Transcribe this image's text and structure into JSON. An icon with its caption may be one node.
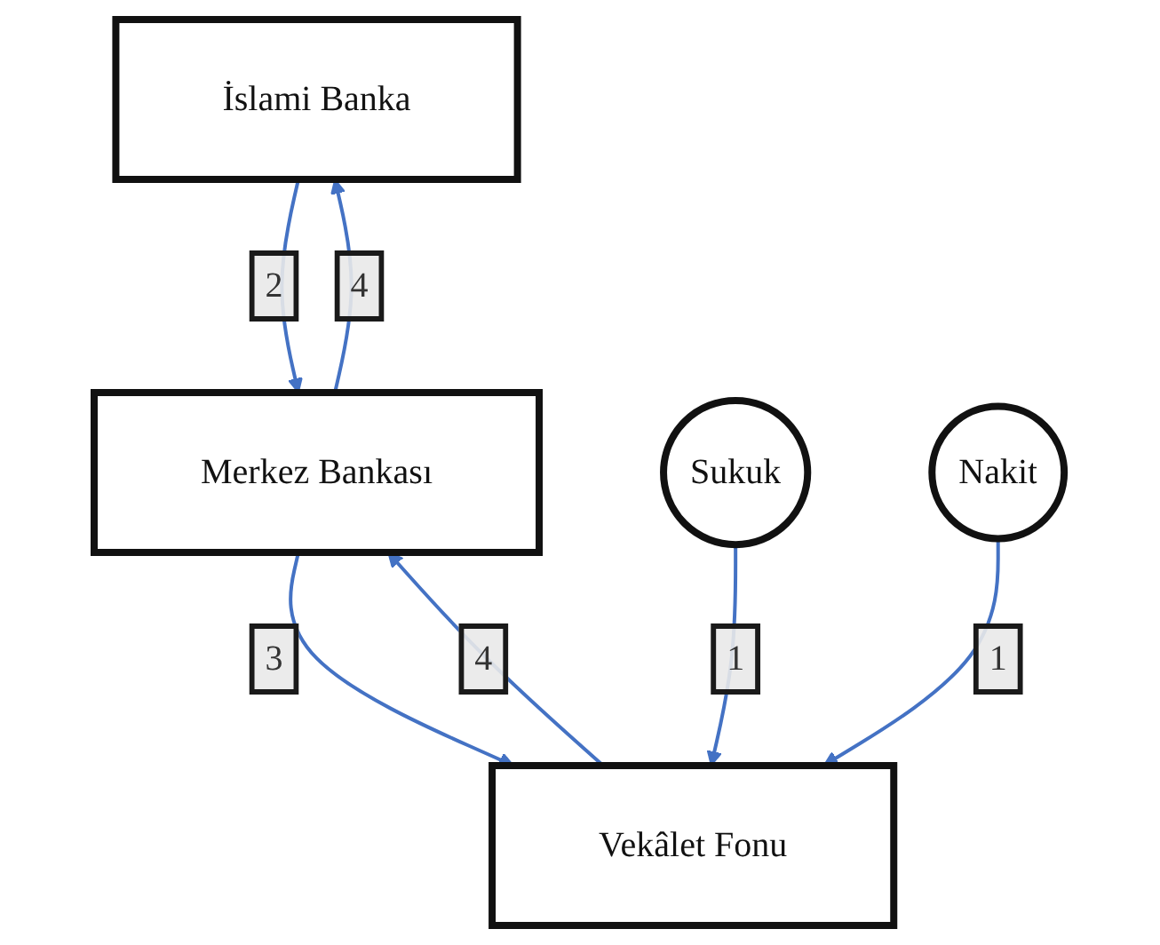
{
  "diagram": {
    "nodes": [
      {
        "text": [
          "İslami Banka"
        ]
      },
      {
        "text": [
          "Merkez Bankası"
        ]
      },
      {
        "text": [
          "Vekâlet Fonu"
        ]
      },
      {
        "text": [
          "Sukuk"
        ]
      },
      {
        "text": [
          "Nakit"
        ]
      }
    ],
    "edges": [
      {
        "from": 0,
        "to": 1,
        "arrow": "to",
        "label": "2"
      },
      {
        "from": 1,
        "to": 0,
        "arrow": "to",
        "label": "4"
      },
      {
        "from": 1,
        "to": 2,
        "arrow": "to",
        "label": "3"
      },
      {
        "from": 2,
        "to": 1,
        "arrow": "to",
        "label": "4"
      },
      {
        "from": 3,
        "to": 2,
        "arrow": "to",
        "label": "1"
      },
      {
        "from": 4,
        "to": 2,
        "arrow": "to",
        "label": "1"
      }
    ]
  }
}
